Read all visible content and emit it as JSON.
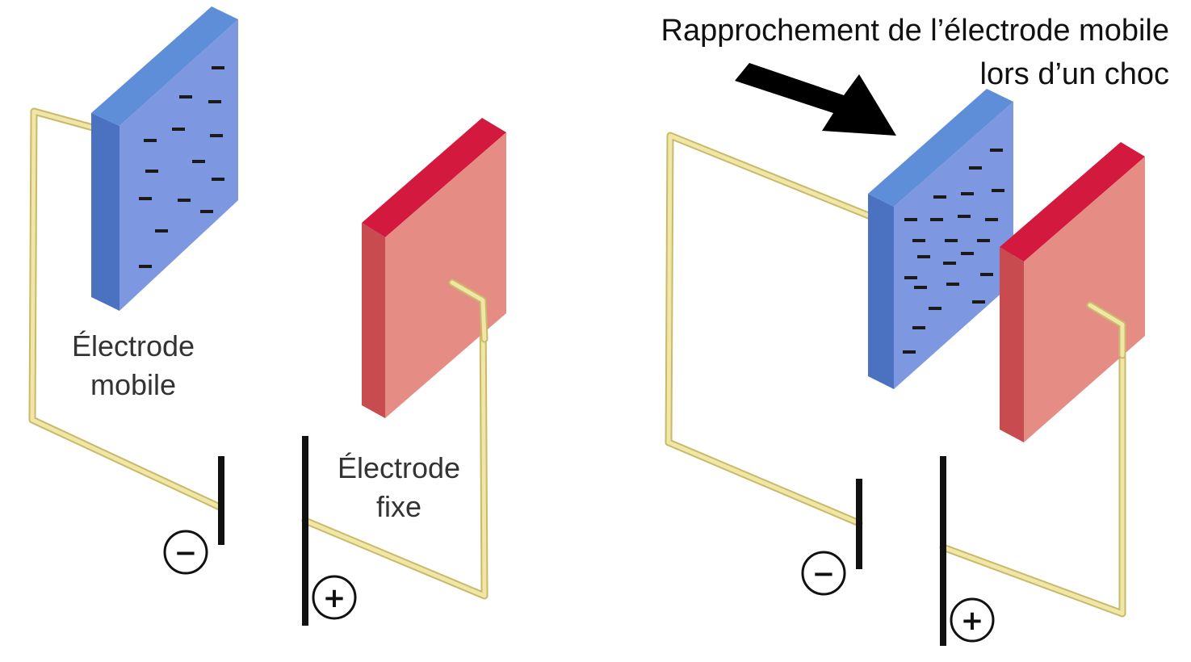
{
  "colors": {
    "negative_front": "#7d97e0",
    "negative_side": "#4a72c0",
    "negative_top": "#5f8ed8",
    "positive_front": "#e58d84",
    "positive_side": "#c84b50",
    "positive_top": "#d31a3e",
    "wire": "#f0e6a6",
    "wire_edge": "#c9b96a",
    "battery": "#111111"
  },
  "icons": {
    "arrow": "black-arrow-icon",
    "minus": "minus-circle-icon",
    "plus": "plus-circle-icon"
  },
  "left_panel": {
    "mobile_label_line1": "Électrode",
    "mobile_label_line2": "mobile",
    "fixed_label_line1": "Électrode",
    "fixed_label_line2": "fixe",
    "minus_sign": "−",
    "plus_sign": "+"
  },
  "right_panel": {
    "arrow_label_line1": "Rapprochement de l’électrode mobile",
    "arrow_label_line2": "lors d’un choc",
    "minus_sign": "−",
    "plus_sign": "+"
  }
}
